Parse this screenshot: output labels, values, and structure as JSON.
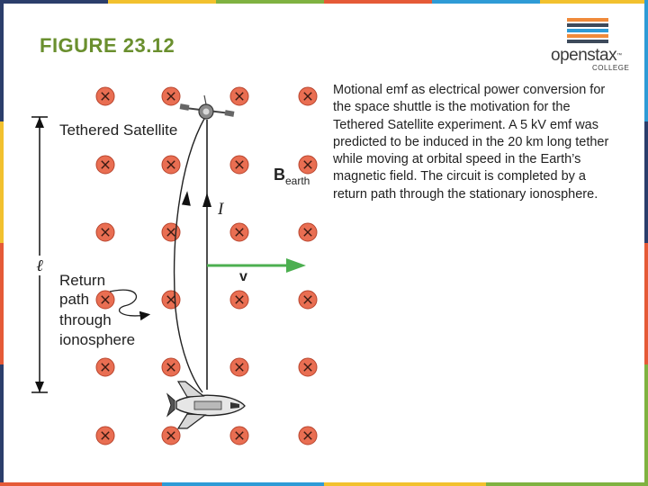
{
  "figure": {
    "title": "FIGURE 23.12",
    "labels": {
      "tethered_satellite": "Tethered Satellite",
      "return_path": [
        "Return",
        "path",
        "through",
        "ionosphere"
      ],
      "length_symbol": "ℓ",
      "current_symbol": "I",
      "velocity_symbol": "v",
      "field_symbol": "B",
      "field_subscript": "earth"
    }
  },
  "caption": "Motional emf as electrical power conversion for the space shuttle is the motivation for the Tethered Satellite experiment. A 5 kV emf was predicted to be induced in the 20 km long tether while moving at orbital speed in the Earth’s magnetic field. The circuit is completed by a return path through the stationary ionosphere.",
  "logo": {
    "word": "openstax",
    "tm": "™",
    "sub": "COLLEGE",
    "stripe_colors": [
      "#f08a3a",
      "#3d4a5b",
      "#2e9bd6",
      "#f08a3a",
      "#3d4a5b"
    ]
  },
  "colors": {
    "title_green": "#6a8f2e",
    "velocity_arrow": "#4caf50",
    "field_marker": "#e96e52",
    "frame_left": [
      "#2c3e6b",
      "#f2c12e",
      "#e55a37",
      "#2c3e6b"
    ],
    "frame_top": [
      "#2c3e6b",
      "#f2c12e",
      "#7fb241",
      "#e55a37",
      "#2e9bd6",
      "#f2c12e"
    ]
  }
}
